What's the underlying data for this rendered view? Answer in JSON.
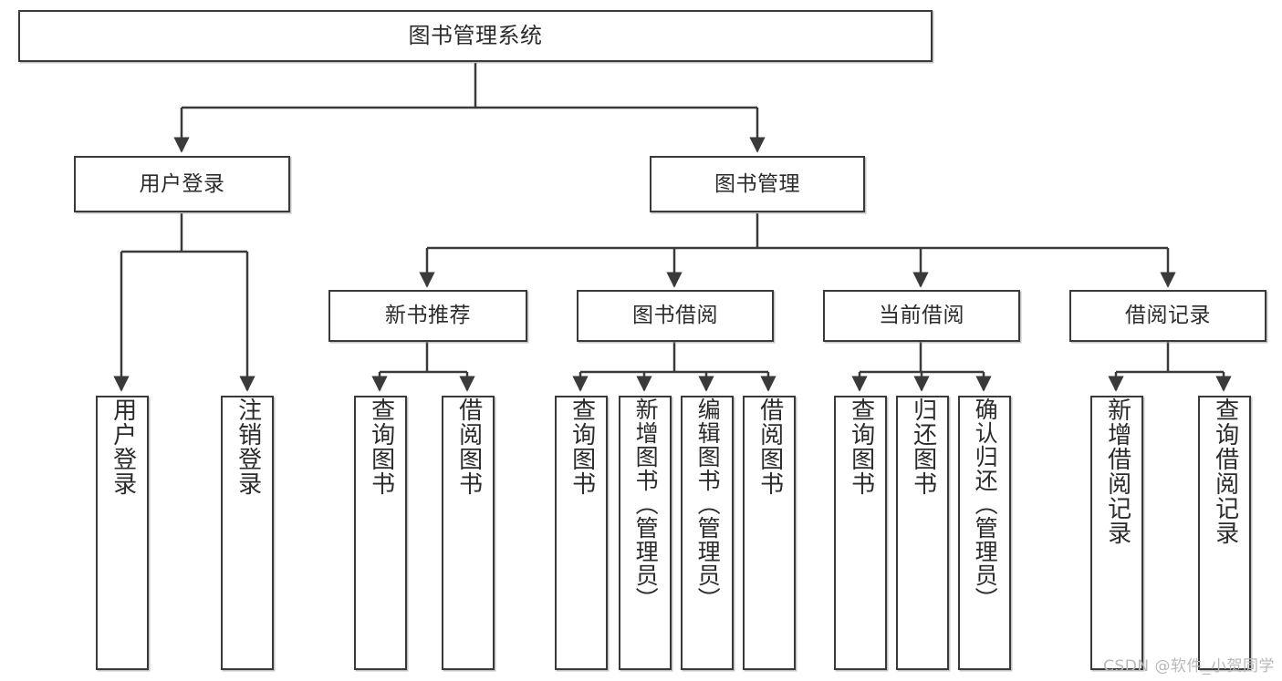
{
  "diagram": {
    "title": "图书管理系统",
    "type": "tree",
    "watermark": "CSDN @软件_小贺同学",
    "stroke_color": "#3a3a3a",
    "fill_color": "#ffffff",
    "text_color": "#2b2b2b",
    "root": {
      "label": "图书管理系统"
    },
    "level1": [
      {
        "label": "用户登录"
      },
      {
        "label": "图书管理"
      }
    ],
    "level2": [
      {
        "label": "新书推荐"
      },
      {
        "label": "图书借阅"
      },
      {
        "label": "当前借阅"
      },
      {
        "label": "借阅记录"
      }
    ],
    "leaves": {
      "user_login": [
        {
          "label": "用户登录"
        },
        {
          "label": "注销登录"
        }
      ],
      "new_book_recommend": [
        {
          "label": "查询图书"
        },
        {
          "label": "借阅图书"
        }
      ],
      "book_borrow": [
        {
          "label": "查询图书"
        },
        {
          "label": "新增图书（管理员）"
        },
        {
          "label": "编辑图书（管理员）"
        },
        {
          "label": "借阅图书"
        }
      ],
      "current_borrow": [
        {
          "label": "查询图书"
        },
        {
          "label": "归还图书"
        },
        {
          "label": "确认归还（管理员）"
        }
      ],
      "borrow_record": [
        {
          "label": "新增借阅记录"
        },
        {
          "label": "查询借阅记录"
        }
      ]
    }
  }
}
